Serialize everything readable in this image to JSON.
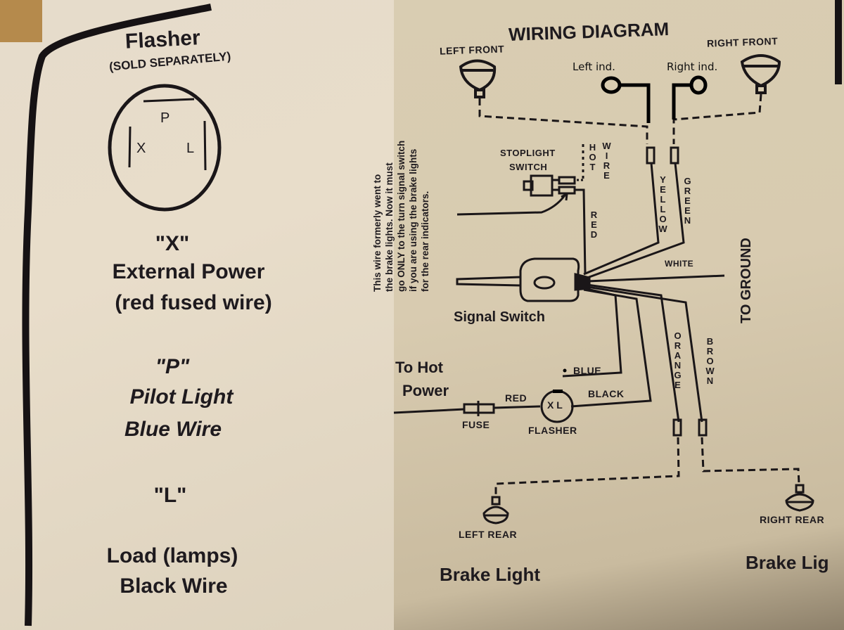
{
  "left_panel": {
    "title": "Flasher",
    "subtitle": "(SOLD SEPARATELY)",
    "flasher_terminals": {
      "p": "P",
      "x": "X",
      "l": "L"
    },
    "legend": [
      {
        "code": "\"X\"",
        "lines": [
          "External Power",
          "(red fused wire)"
        ]
      },
      {
        "code": "\"P\"",
        "lines": [
          "Pilot Light",
          "Blue Wire"
        ]
      },
      {
        "code": "\"L\"",
        "lines": [
          "Load (lamps)",
          "Black Wire"
        ]
      }
    ]
  },
  "diagram": {
    "title": "WIRING DIAGRAM",
    "lamps": {
      "left_front": "LEFT FRONT",
      "right_front": "RIGHT FRONT",
      "left_rear": "LEFT REAR",
      "right_rear": "RIGHT REAR"
    },
    "indicators": {
      "left": "Left ind.",
      "right": "Right ind."
    },
    "stoplight_switch": [
      "STOPLIGHT",
      "SWITCH"
    ],
    "hot_wire": [
      "HOT",
      "WIRE"
    ],
    "note": [
      "This wire formerly went to",
      "the brake lights.  Now it must",
      "go ONLY to the turn signal switch",
      "if you are using the brake lights",
      "for the rear indicators."
    ],
    "wires": {
      "red_upper": "RED",
      "yellow": "YELLOW",
      "green": "GREEN",
      "white": "WHITE",
      "orange": "ORANGE",
      "brown": "BROWN",
      "blue": "BLUE",
      "black": "BLACK",
      "red_lower": "RED"
    },
    "to_ground": "TO GROUND",
    "signal_switch": "Signal Switch",
    "to_hot_power": [
      "To Hot",
      "Power"
    ],
    "fuse": "FUSE",
    "flasher": "FLASHER",
    "flasher_symbol": "X L",
    "brake_light_left": "Brake Light",
    "brake_light_right": "Brake Lig"
  }
}
